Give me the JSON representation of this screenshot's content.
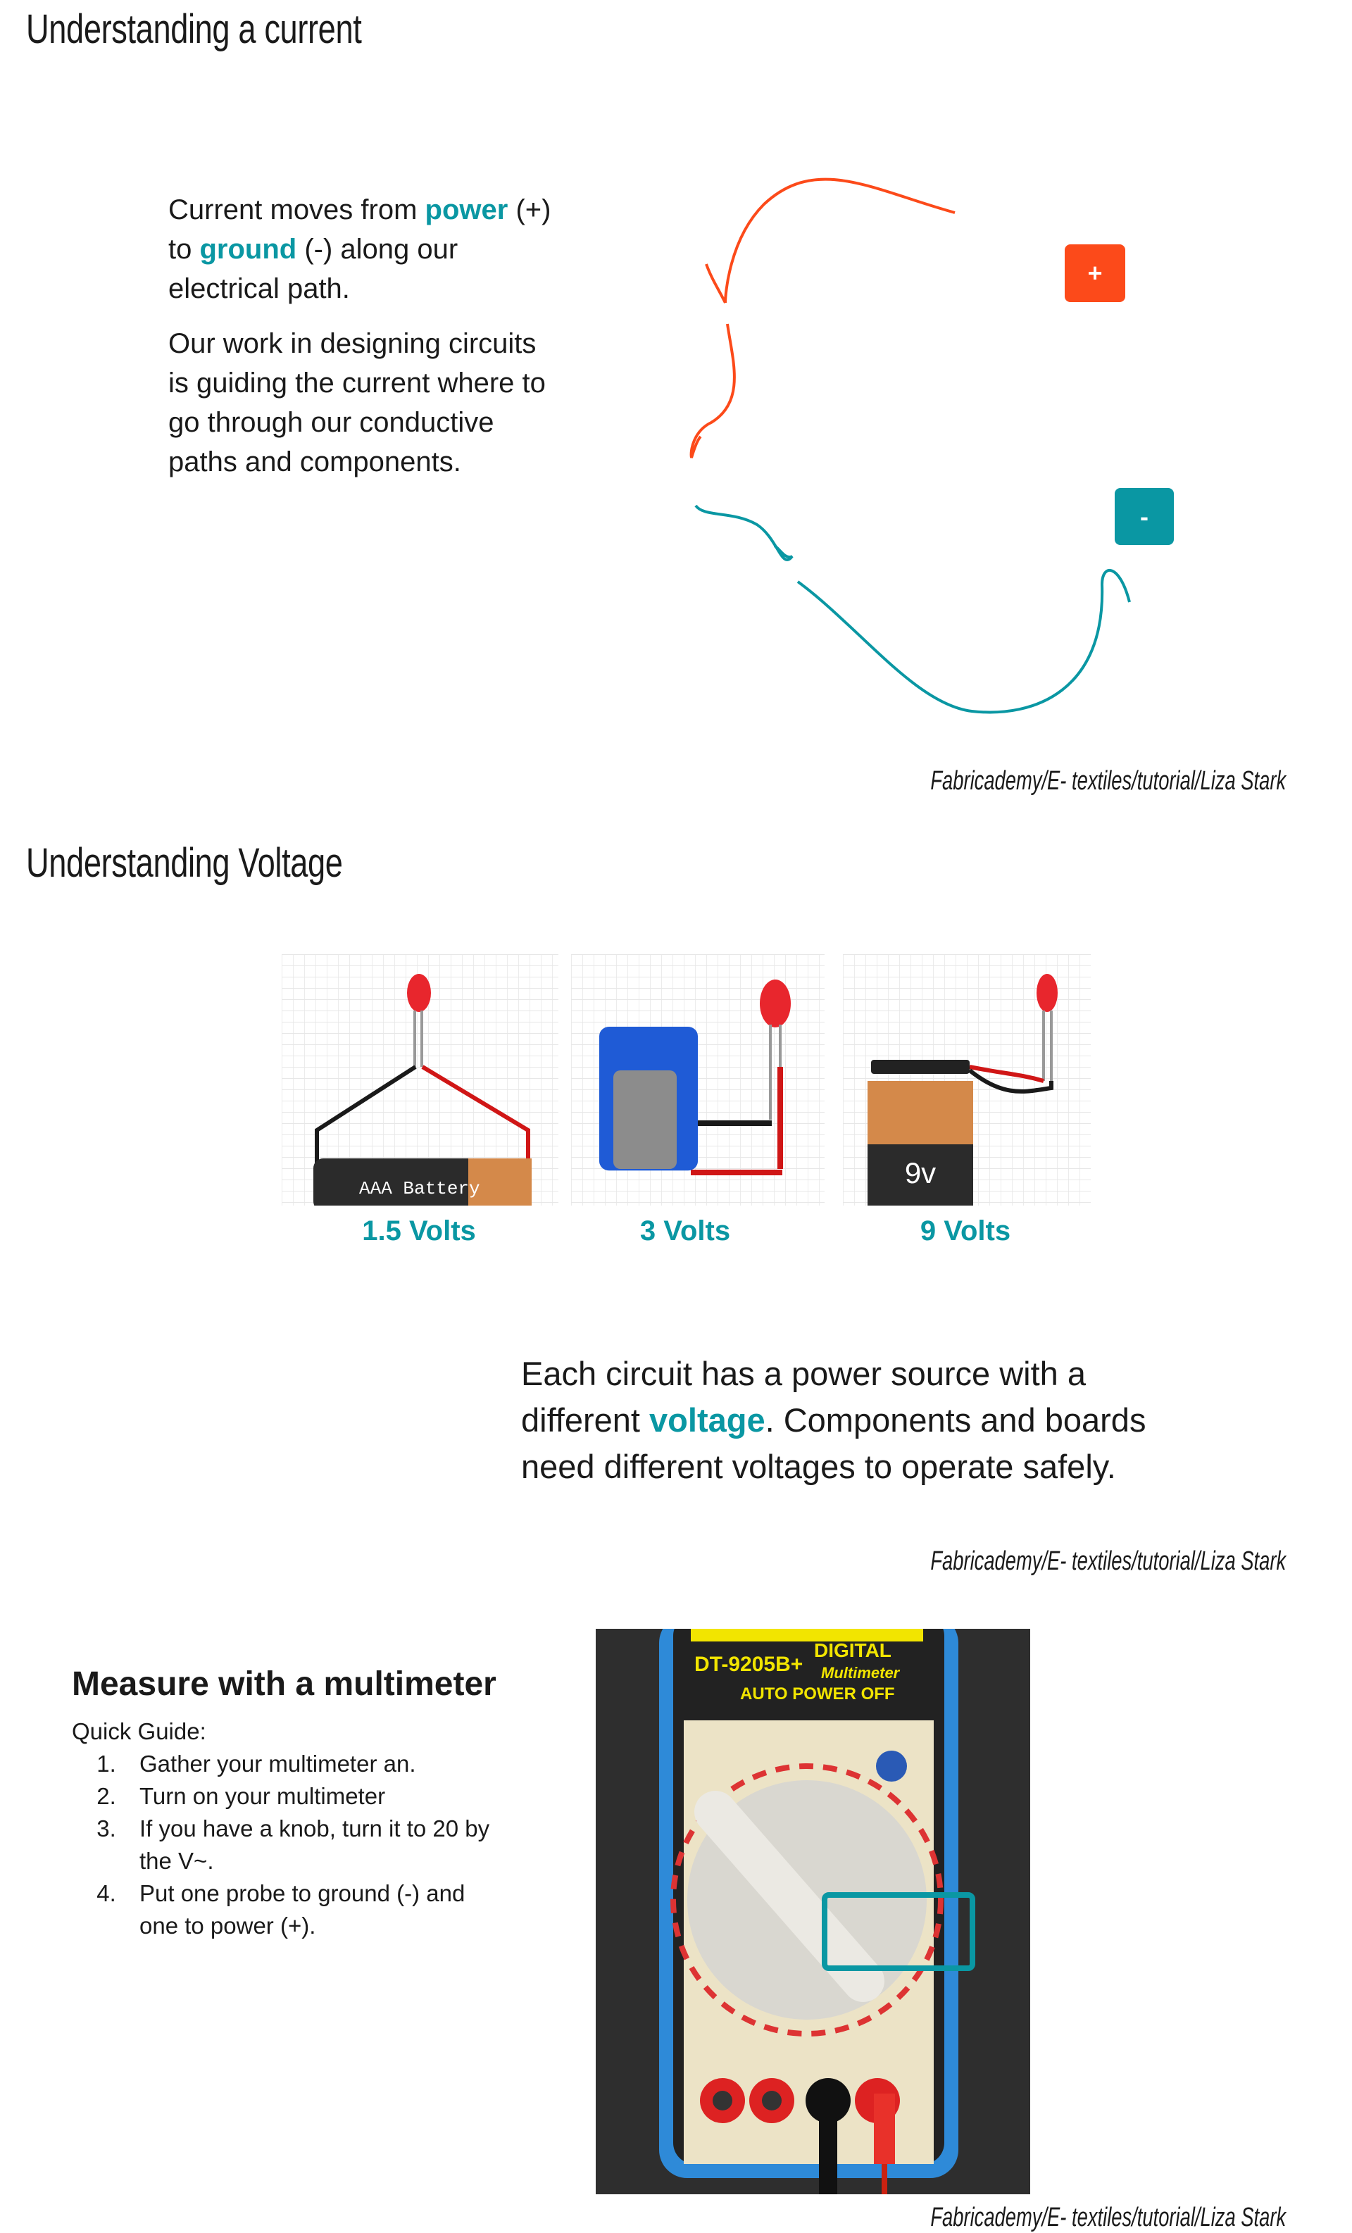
{
  "section_current": {
    "title": "Understanding a current",
    "p1_a": "Current moves from ",
    "p1_power": "power",
    "p1_b": " (+) to ",
    "p1_ground": "ground",
    "p1_c": " (-) along our electrical path.",
    "p2": "Our work in designing circuits is guiding the current where to go through our conductive paths and components.",
    "plus_label": "+",
    "minus_label": "-",
    "credit": "Fabricademy/E- textiles/tutorial/Liza Stark"
  },
  "section_voltage": {
    "title": "Understanding Voltage",
    "circuits": [
      {
        "label": "1.5 Volts",
        "battery_text": "AAA Battery"
      },
      {
        "label": "3 Volts"
      },
      {
        "label": "9 Volts",
        "battery_text": "9v"
      }
    ],
    "text_a": "Each circuit has a power source with a different ",
    "text_voltage": "voltage",
    "text_b": ". Components and boards need different voltages to operate safely.",
    "credit": "Fabricademy/E- textiles/tutorial/Liza Stark"
  },
  "section_multimeter": {
    "title": "Measure with a multimeter",
    "guide_label": "Quick Guide:",
    "steps": [
      "Gather your multimeter an.",
      "Turn on your multimeter",
      "If you have a knob, turn it to 20 by the V~.",
      "Put one probe to ground (-) and one to power (+)."
    ],
    "photo_text": {
      "model": "DT-9205B+",
      "digital": "DIGITAL",
      "multimeter": "Multimeter",
      "auto_off": "AUTO POWER OFF"
    },
    "credit": "Fabricademy/E- textiles/tutorial/Liza Stark"
  },
  "colors": {
    "teal": "#0a97a3",
    "orange": "#fc4a1a"
  }
}
